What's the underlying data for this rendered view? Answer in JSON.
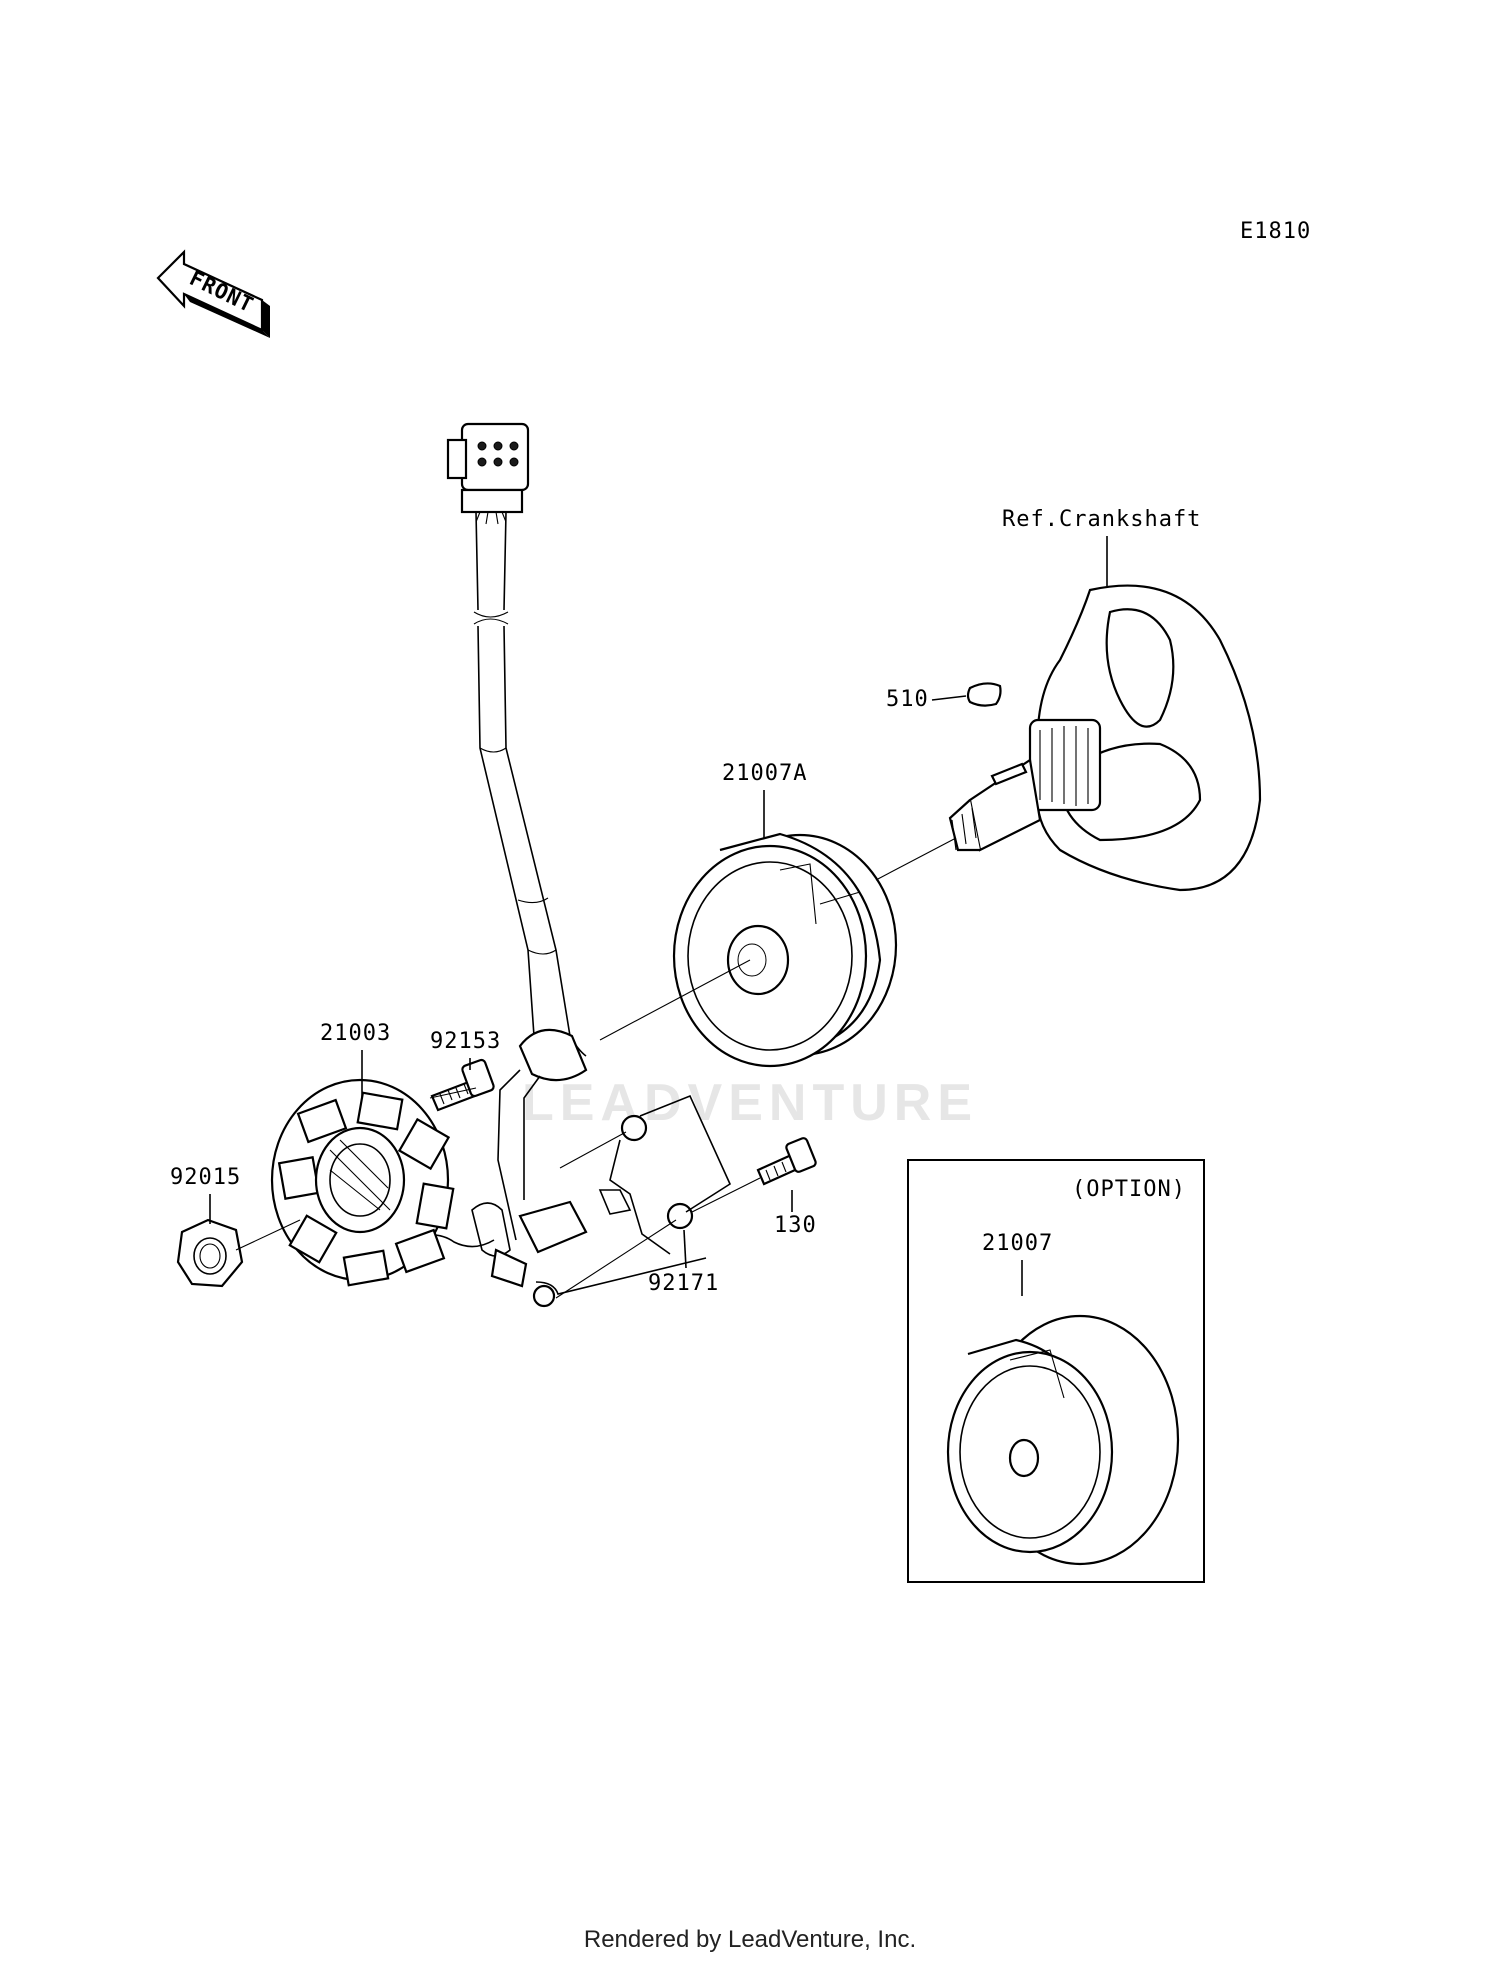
{
  "diagram_id": "E1810",
  "front_label": "FRONT",
  "watermark": "LEADVENTURE",
  "option_box": {
    "title": "(OPTION)"
  },
  "parts": {
    "ref_crankshaft": "Ref.Crankshaft",
    "p510": "510",
    "p21007A": "21007A",
    "p21003": "21003",
    "p92153": "92153",
    "p92015": "92015",
    "p130": "130",
    "p92171": "92171",
    "p21007": "21007"
  },
  "footer": "Rendered by LeadVenture, Inc."
}
